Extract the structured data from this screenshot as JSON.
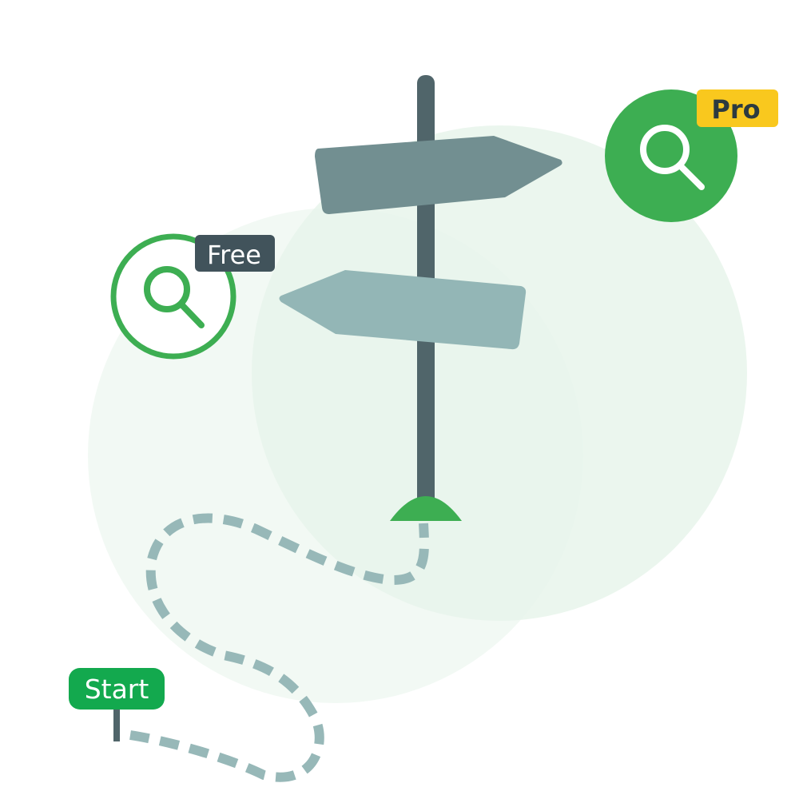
{
  "badges": {
    "free": "Free",
    "pro": "Pro",
    "start": "Start"
  },
  "icons": {
    "free_option": "search-icon",
    "pro_option": "search-icon"
  },
  "colors": {
    "brand_green": "#3dae52",
    "start_green": "#13a94e",
    "pro_yellow": "#f9c81e",
    "free_dark": "#41535b",
    "post": "#50656a",
    "sign_top": "#728f91",
    "sign_bottom": "#93b6b6",
    "path": "#97b8b8",
    "bg_circle_light": "#f2f9f4",
    "bg_circle_mid": "#e9f5ec"
  }
}
